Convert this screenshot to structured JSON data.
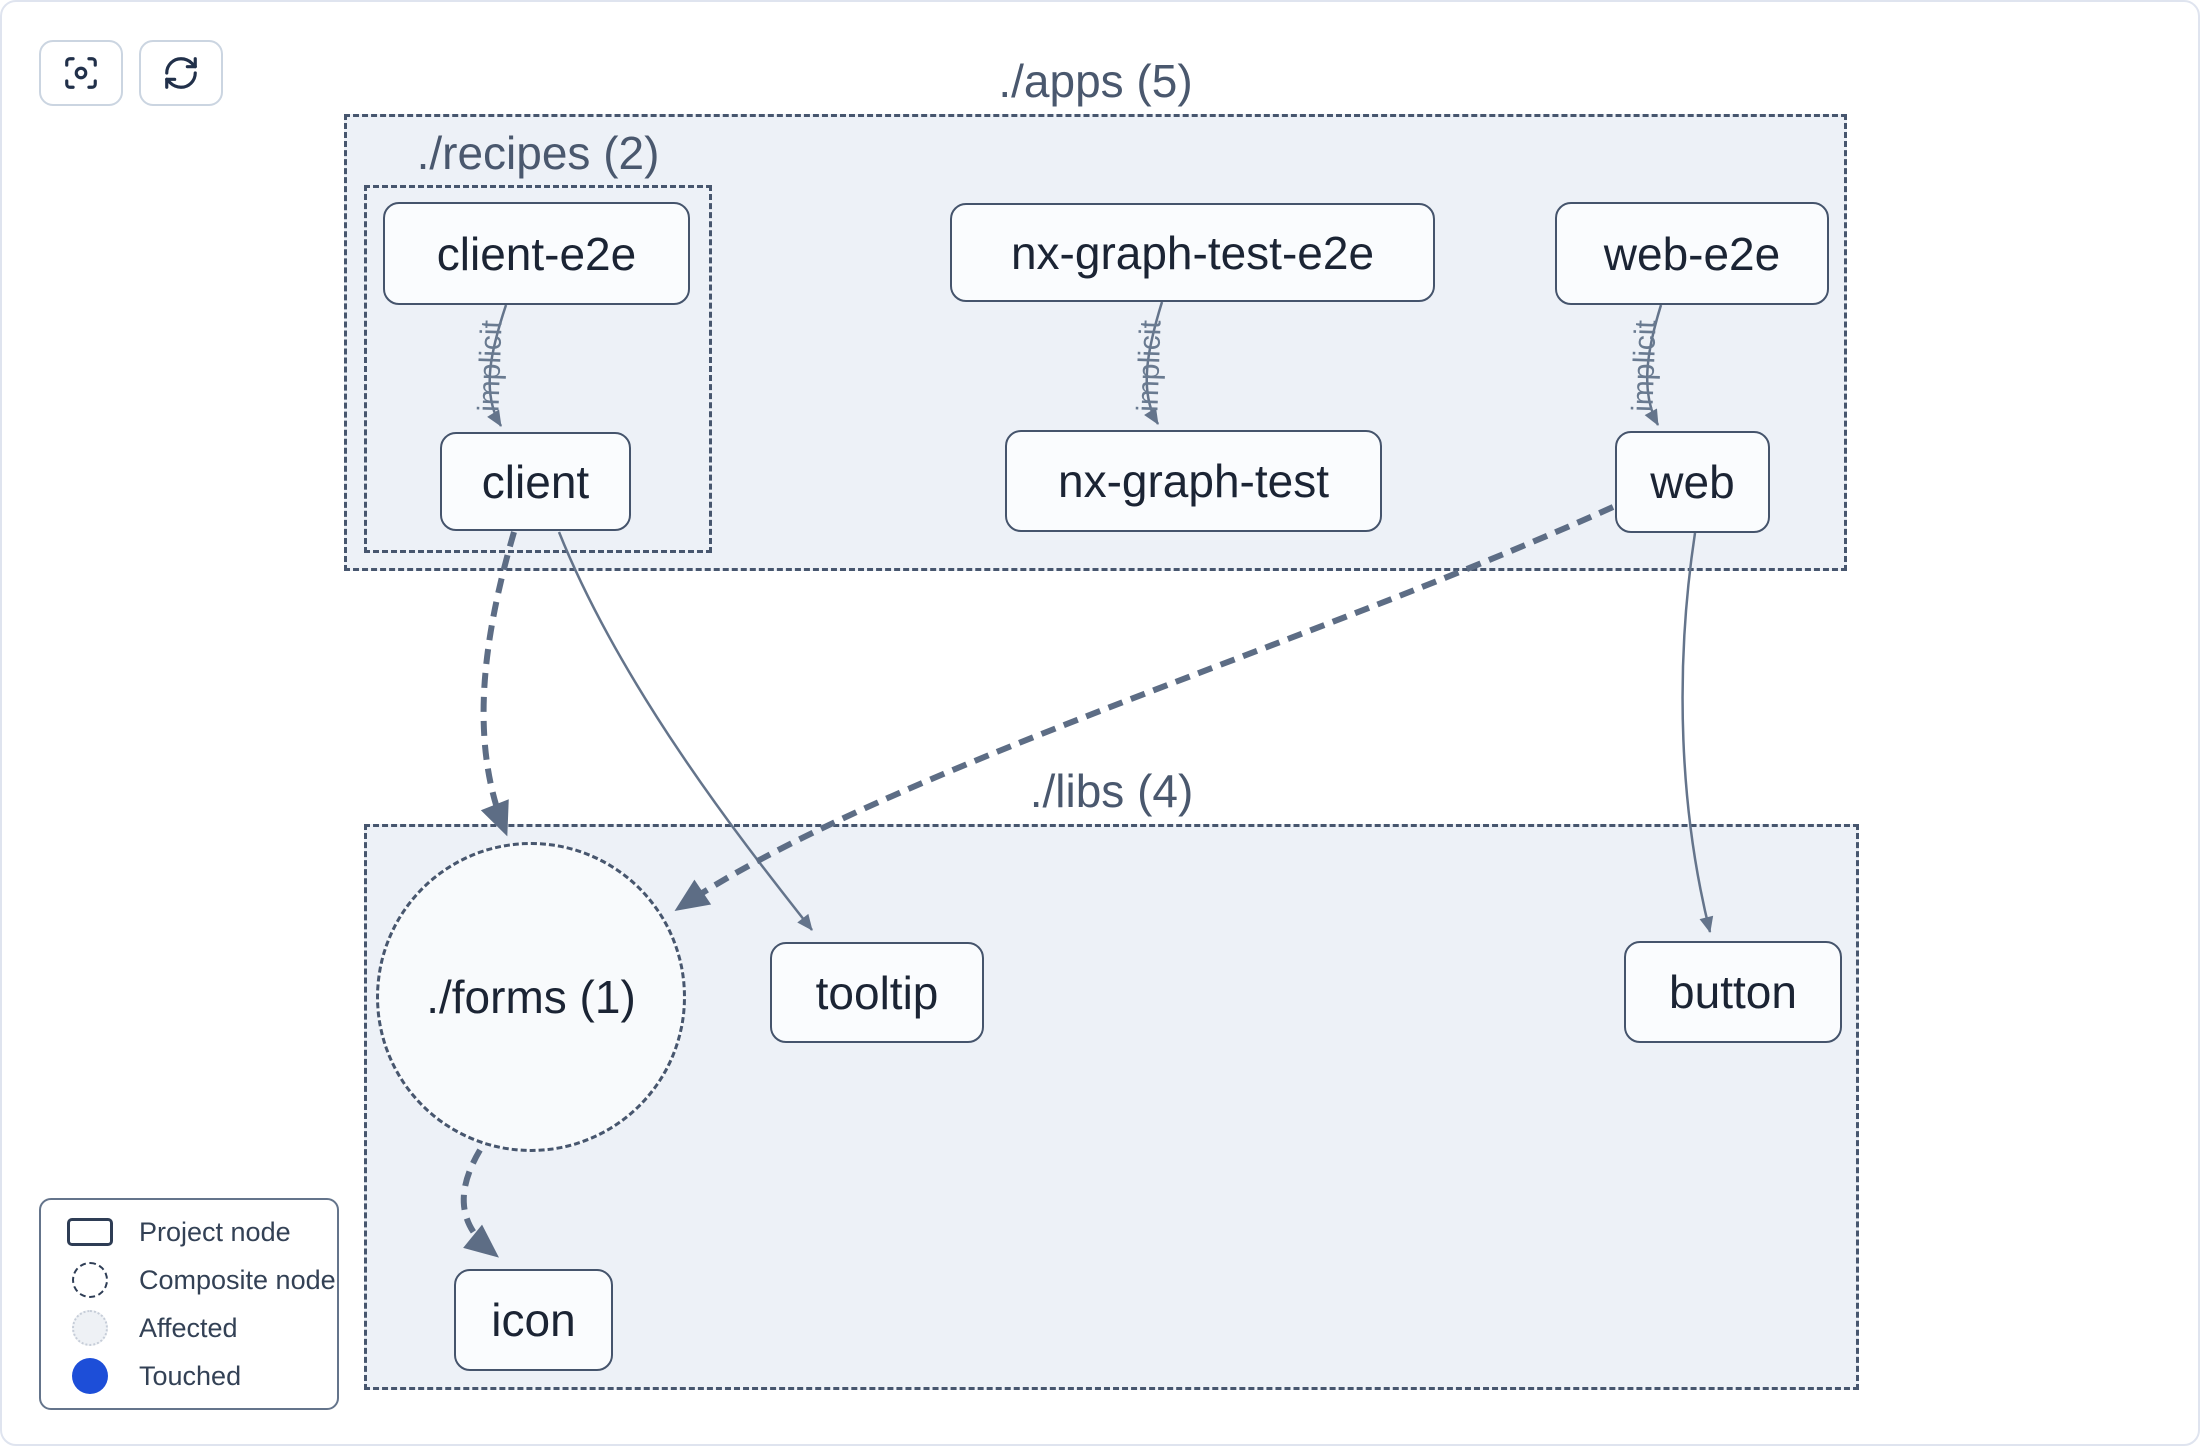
{
  "toolbar": {
    "buttons": [
      {
        "id": "focus",
        "icon": "focus-icon"
      },
      {
        "id": "refresh",
        "icon": "refresh-icon"
      }
    ]
  },
  "groups": {
    "apps": {
      "label": "./apps (5)"
    },
    "recipes": {
      "label": "./recipes (2)"
    },
    "libs": {
      "label": "./libs (4)"
    },
    "forms": {
      "label": "./forms (1)"
    }
  },
  "nodes": {
    "client_e2e": {
      "label": "client-e2e"
    },
    "nx_graph_test_e2e": {
      "label": "nx-graph-test-e2e"
    },
    "web_e2e": {
      "label": "web-e2e"
    },
    "client": {
      "label": "client"
    },
    "nx_graph_test": {
      "label": "nx-graph-test"
    },
    "web": {
      "label": "web"
    },
    "tooltip": {
      "label": "tooltip"
    },
    "button": {
      "label": "button"
    },
    "icon": {
      "label": "icon"
    }
  },
  "edges": [
    {
      "source": "client-e2e",
      "target": "client",
      "type": "implicit",
      "label": "implicit"
    },
    {
      "source": "nx-graph-test-e2e",
      "target": "nx-graph-test",
      "type": "implicit",
      "label": "implicit"
    },
    {
      "source": "web-e2e",
      "target": "web",
      "type": "implicit",
      "label": "implicit"
    },
    {
      "source": "client",
      "target": "./forms (1)",
      "type": "composite",
      "label": ""
    },
    {
      "source": "client",
      "target": "tooltip",
      "type": "static",
      "label": ""
    },
    {
      "source": "web",
      "target": "./forms (1)",
      "type": "composite",
      "label": ""
    },
    {
      "source": "web",
      "target": "button",
      "type": "static",
      "label": ""
    },
    {
      "source": "./forms (1)",
      "target": "icon",
      "type": "composite",
      "label": ""
    }
  ],
  "legend": {
    "items": [
      {
        "label": "Project node"
      },
      {
        "label": "Composite node"
      },
      {
        "label": "Affected"
      },
      {
        "label": "Touched"
      }
    ]
  },
  "colors": {
    "touched_blue": "#1d4ed8",
    "group_fill": "#edf1f7",
    "edge_thin": "#64748b",
    "edge_thick": "#5d6d85",
    "node_border": "#45546c"
  }
}
